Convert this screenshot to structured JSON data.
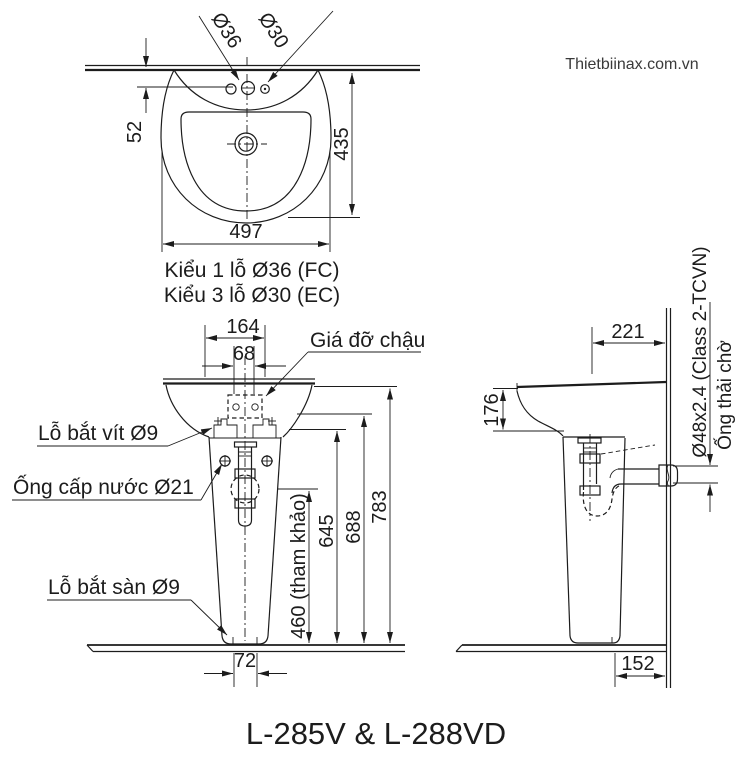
{
  "title": "L-285V & L-288VD",
  "watermark": "Thietbiinax.com.vn",
  "colors": {
    "line": "#1c1c1c",
    "watermark": "#3a3a3a",
    "background": "#ffffff"
  },
  "top_view": {
    "dim_diameter_36": "Ø36",
    "dim_diameter_30": "Ø30",
    "dim_52": "52",
    "dim_435": "435",
    "dim_497": "497",
    "caption_line1": "Kiểu 1 lỗ Ø36 (FC)",
    "caption_line2": "Kiểu 3 lỗ Ø30 (EC)"
  },
  "front_view": {
    "dim_164": "164",
    "dim_68": "68",
    "label_bracket": "Giá đỡ chậu",
    "label_screw_hole": "Lỗ bắt vít Ø9",
    "label_water_supply": "Ống cấp nước Ø21",
    "label_floor_hole": "Lỗ bắt sàn Ø9",
    "dim_460_ref": "460 (tham khảo)",
    "dim_645": "645",
    "dim_688": "688",
    "dim_783": "783",
    "dim_72": "72"
  },
  "side_view": {
    "dim_221": "221",
    "dim_176": "176",
    "label_drain_spec": "Ø48x2.4 (Class 2-TCVN)",
    "label_drain_wait": "Ống thải chờ",
    "dim_152": "152"
  }
}
